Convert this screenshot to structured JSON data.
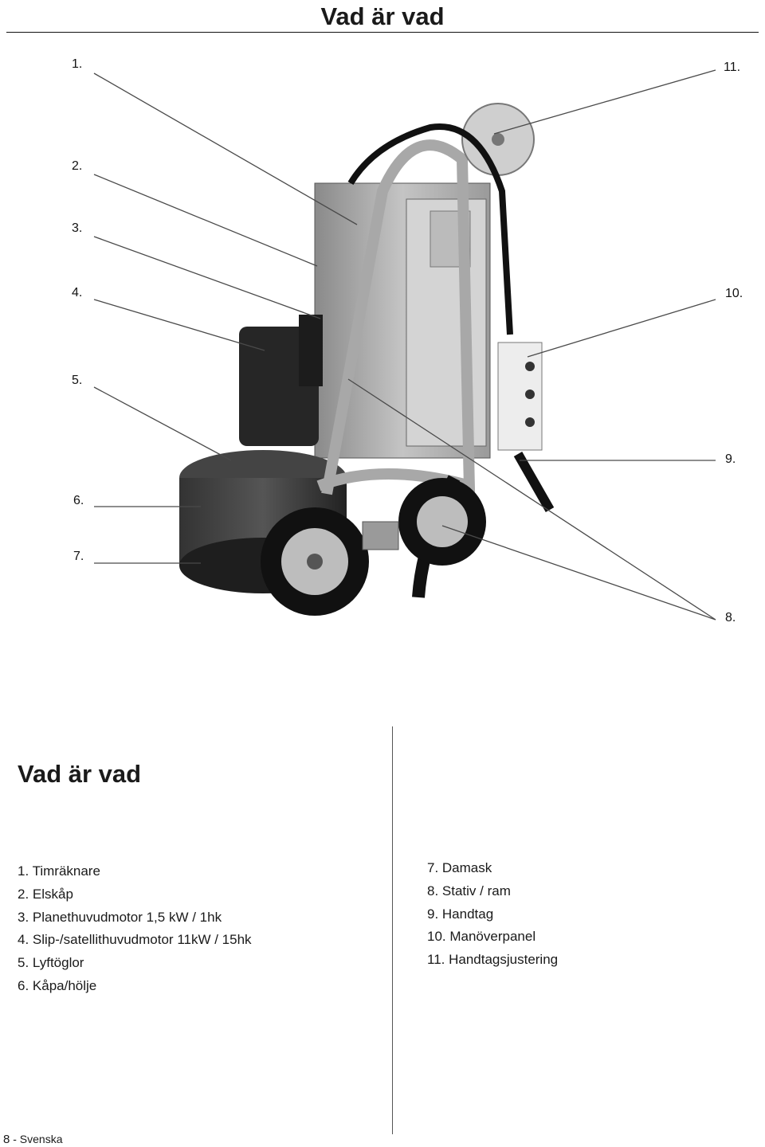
{
  "header": {
    "title": "Vad är vad"
  },
  "callouts_left": [
    "1.",
    "2.",
    "3.",
    "4.",
    "5.",
    "6.",
    "7."
  ],
  "callouts_right": [
    "11.",
    "10.",
    "9.",
    "8."
  ],
  "section": {
    "title": "Vad är vad"
  },
  "legend_left": [
    "1. Timräknare",
    "2. Elskåp",
    "3. Planethuvudmotor 1,5 kW / 1hk",
    "4. Slip-/satellithuvudmotor 11kW / 15hk",
    "5. Lyftöglor",
    "6. Kåpa/hölje"
  ],
  "legend_right": [
    "7. Damask",
    "8. Stativ / ram",
    "9. Handtag",
    "10. Manöverpanel",
    "11. Handtagsjustering"
  ],
  "footer": {
    "page_number": "8",
    "language": "- Svenska"
  }
}
